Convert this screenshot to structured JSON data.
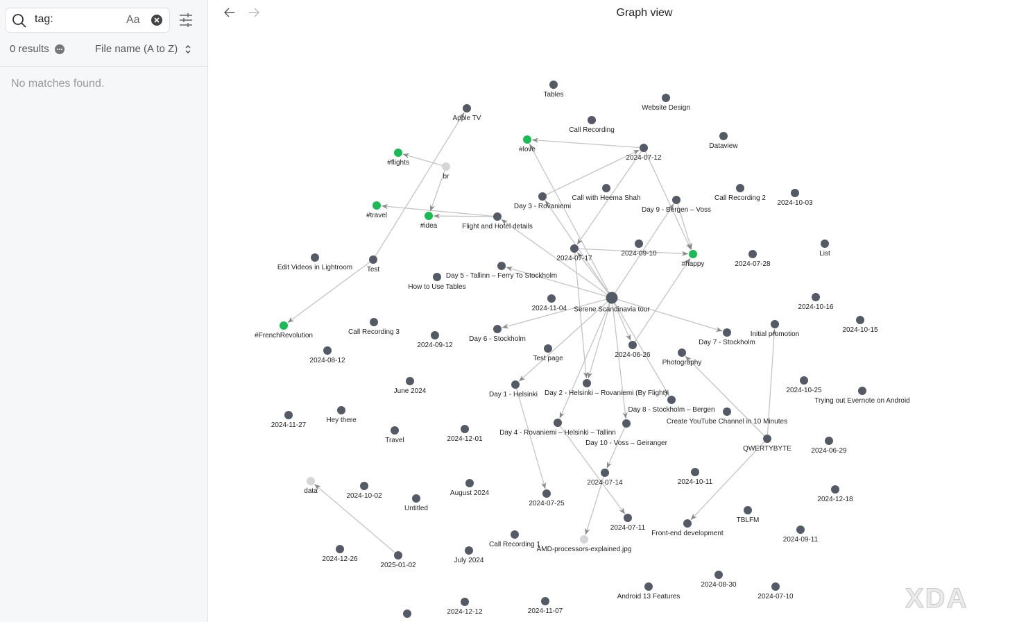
{
  "sidebar": {
    "search_value": "tag:",
    "match_case_label": "Aa",
    "results_count": "0 results",
    "sort_label": "File name (A to Z)",
    "empty_message": "No matches found."
  },
  "header": {
    "title": "Graph view"
  },
  "colors": {
    "node": "#555b66",
    "tag": "#1db954",
    "unresolved": "#d4d6d9",
    "edge": "#c4c4c4"
  },
  "watermark": "XDA",
  "graph": {
    "nodes": [
      {
        "label": "Tables",
        "type": "note"
      },
      {
        "label": "Website Design",
        "type": "note"
      },
      {
        "label": "Apple TV",
        "type": "note"
      },
      {
        "label": "Call Recording",
        "type": "note"
      },
      {
        "label": "Dataview",
        "type": "note"
      },
      {
        "label": "#love",
        "type": "tag"
      },
      {
        "label": "2024-07-12",
        "type": "note"
      },
      {
        "label": "#flights",
        "type": "tag"
      },
      {
        "label": "br",
        "type": "unresolved"
      },
      {
        "label": "Day 3 - Rovaniemi",
        "type": "note"
      },
      {
        "label": "Call with Heema Shah",
        "type": "note"
      },
      {
        "label": "Day 9 - Bergen – Voss",
        "type": "note"
      },
      {
        "label": "Call Recording 2",
        "type": "note"
      },
      {
        "label": "2024-10-03",
        "type": "note"
      },
      {
        "label": "#travel",
        "type": "tag"
      },
      {
        "label": "#idea",
        "type": "tag"
      },
      {
        "label": "Flight and Hotel details",
        "type": "note"
      },
      {
        "label": "2024-07-17",
        "type": "note"
      },
      {
        "label": "2024-09-10",
        "type": "note"
      },
      {
        "label": "#happy",
        "type": "tag"
      },
      {
        "label": "2024-07-28",
        "type": "note"
      },
      {
        "label": "List",
        "type": "note"
      },
      {
        "label": "Edit Videos in Lightroom",
        "type": "note"
      },
      {
        "label": "Test",
        "type": "note"
      },
      {
        "label": "Day 5 - Tallinn – Ferry To Stockholm",
        "type": "note"
      },
      {
        "label": "How to Use Tables",
        "type": "note"
      },
      {
        "label": "2024-11-04",
        "type": "note"
      },
      {
        "label": "Serene Scandinavia tour",
        "type": "hub"
      },
      {
        "label": "2024-10-16",
        "type": "note"
      },
      {
        "label": "2024-10-15",
        "type": "note"
      },
      {
        "label": "#FrenchRevolution",
        "type": "tag"
      },
      {
        "label": "Call Recording 3",
        "type": "note"
      },
      {
        "label": "2024-09-12",
        "type": "note"
      },
      {
        "label": "Day 6 - Stockholm",
        "type": "note"
      },
      {
        "label": "Day 7 - Stockholm",
        "type": "note"
      },
      {
        "label": "Initial promotion",
        "type": "note"
      },
      {
        "label": "2024-08-12",
        "type": "note"
      },
      {
        "label": "Test page",
        "type": "note"
      },
      {
        "label": "2024-06-26",
        "type": "note"
      },
      {
        "label": "Photography",
        "type": "note"
      },
      {
        "label": "June 2024",
        "type": "note"
      },
      {
        "label": "Day 1 - Helsinki",
        "type": "note"
      },
      {
        "label": "Day 2 - Helsinki – Rovaniemi (By Flight)",
        "type": "note"
      },
      {
        "label": "Day 8 - Stockholm – Bergen",
        "type": "note"
      },
      {
        "label": "Create YouTube Channel in 10 Minutes",
        "type": "note"
      },
      {
        "label": "2024-10-25",
        "type": "note"
      },
      {
        "label": "Trying out Evernote on Android",
        "type": "note"
      },
      {
        "label": "2024-11-27",
        "type": "note"
      },
      {
        "label": "Hey there",
        "type": "note"
      },
      {
        "label": "Travel",
        "type": "note"
      },
      {
        "label": "2024-12-01",
        "type": "note"
      },
      {
        "label": "Day 4 - Rovaniemi – Helsinki – Tallinn",
        "type": "note"
      },
      {
        "label": "Day 10 - Voss – Geiranger",
        "type": "note"
      },
      {
        "label": "QWERTYBYTE",
        "type": "note"
      },
      {
        "label": "2024-06-29",
        "type": "note"
      },
      {
        "label": "data",
        "type": "unresolved"
      },
      {
        "label": "2024-10-02",
        "type": "note"
      },
      {
        "label": "Untitled",
        "type": "note"
      },
      {
        "label": "August 2024",
        "type": "note"
      },
      {
        "label": "2024-07-14",
        "type": "note"
      },
      {
        "label": "2024-10-11",
        "type": "note"
      },
      {
        "label": "2024-12-18",
        "type": "note"
      },
      {
        "label": "2024-07-25",
        "type": "note"
      },
      {
        "label": "TBLFM",
        "type": "note"
      },
      {
        "label": "2024-07-11",
        "type": "note"
      },
      {
        "label": "Front-end development",
        "type": "note"
      },
      {
        "label": "2024-09-11",
        "type": "note"
      },
      {
        "label": "Call Recording 1",
        "type": "note"
      },
      {
        "label": "AMD-processors-explained.jpg",
        "type": "unresolved"
      },
      {
        "label": "2024-12-26",
        "type": "note"
      },
      {
        "label": "2025-01-02",
        "type": "note"
      },
      {
        "label": "July 2024",
        "type": "note"
      },
      {
        "label": "Android 13 Features",
        "type": "note"
      },
      {
        "label": "2024-08-30",
        "type": "note"
      },
      {
        "label": "2024-07-10",
        "type": "note"
      },
      {
        "label": "2024-12-12",
        "type": "note"
      },
      {
        "label": "2024-11-07",
        "type": "note"
      },
      {
        "label": "",
        "type": "note"
      }
    ],
    "edges": [
      [
        "2024-07-12",
        "#love"
      ],
      [
        "Day 3 - Rovaniemi",
        "2024-07-12"
      ],
      [
        "2024-07-12",
        "#happy"
      ],
      [
        "Serene Scandinavia tour",
        "#love"
      ],
      [
        "Serene Scandinavia tour",
        "Day 3 - Rovaniemi"
      ],
      [
        "2024-07-12",
        "2024-07-17"
      ],
      [
        "Serene Scandinavia tour",
        "2024-07-17"
      ],
      [
        "2024-07-17",
        "#happy"
      ],
      [
        "Serene Scandinavia tour",
        "Day 5 - Tallinn – Ferry To Stockholm"
      ],
      [
        "Serene Scandinavia tour",
        "Flight and Hotel details"
      ],
      [
        "Flight and Hotel details",
        "#travel"
      ],
      [
        "Flight and Hotel details",
        "#idea"
      ],
      [
        "br",
        "#idea"
      ],
      [
        "br",
        "#flights"
      ],
      [
        "Test",
        "Apple TV"
      ],
      [
        "Test",
        "#FrenchRevolution"
      ],
      [
        "Serene Scandinavia tour",
        "Day 9 - Bergen – Voss"
      ],
      [
        "Day 9 - Bergen – Voss",
        "#happy"
      ],
      [
        "2024-06-26",
        "#happy"
      ],
      [
        "Serene Scandinavia tour",
        "Day 6 - Stockholm"
      ],
      [
        "Serene Scandinavia tour",
        "Day 7 - Stockholm"
      ],
      [
        "Serene Scandinavia tour",
        "2024-06-26"
      ],
      [
        "Serene Scandinavia tour",
        "Day 1 - Helsinki"
      ],
      [
        "Serene Scandinavia tour",
        "Day 2 - Helsinki – Rovaniemi (By Flight)"
      ],
      [
        "2024-07-17",
        "Day 2 - Helsinki – Rovaniemi (By Flight)"
      ],
      [
        "Serene Scandinavia tour",
        "Day 4 - Rovaniemi – Helsinki – Tallinn"
      ],
      [
        "Serene Scandinavia tour",
        "Day 10 - Voss – Geiranger"
      ],
      [
        "Serene Scandinavia tour",
        "Day 8 - Stockholm – Bergen"
      ],
      [
        "Day 1 - Helsinki",
        "2024-07-25"
      ],
      [
        "Day 4 - Rovaniemi – Helsinki – Tallinn",
        "2024-07-11"
      ],
      [
        "Day 10 - Voss – Geiranger",
        "2024-07-14"
      ],
      [
        "2024-07-14",
        "AMD-processors-explained.jpg"
      ],
      [
        "QWERTYBYTE",
        "Initial promotion"
      ],
      [
        "QWERTYBYTE",
        "Photography"
      ],
      [
        "QWERTYBYTE",
        "Front-end development"
      ],
      [
        "2025-01-02",
        "data"
      ]
    ]
  }
}
